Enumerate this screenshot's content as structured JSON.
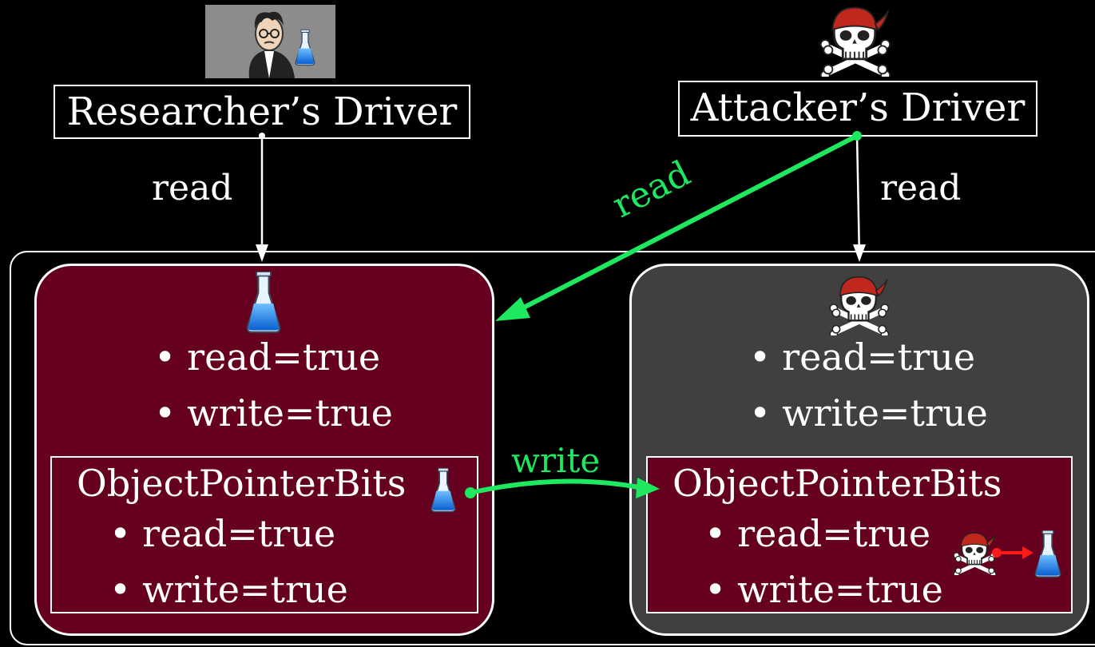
{
  "researcher": {
    "driver_label": "Researcher’s Driver",
    "edge_label": "read",
    "panel": {
      "bullets": [
        "read=true",
        "write=true"
      ],
      "inner_title": "ObjectPointerBits",
      "inner_bullets": [
        "read=true",
        "write=true"
      ]
    }
  },
  "attacker": {
    "driver_label": "Attacker’s Driver",
    "edge_label": "read",
    "panel": {
      "bullets": [
        "read=true",
        "write=true"
      ],
      "inner_title": "ObjectPointerBits",
      "inner_bullets": [
        "read=true",
        "write=true"
      ]
    }
  },
  "cross_edge": {
    "label": "read",
    "color": "#1ee85f"
  },
  "write_edge": {
    "label": "write",
    "color": "#1ee85f"
  },
  "colors": {
    "researcher_panel": "#65001f",
    "attacker_panel": "#404040",
    "flask": "#1f7fe8",
    "pointer_arrow": "#ff1a1a"
  },
  "icons": [
    "researcher-photo",
    "pirate-skull-icon",
    "flask-icon"
  ]
}
